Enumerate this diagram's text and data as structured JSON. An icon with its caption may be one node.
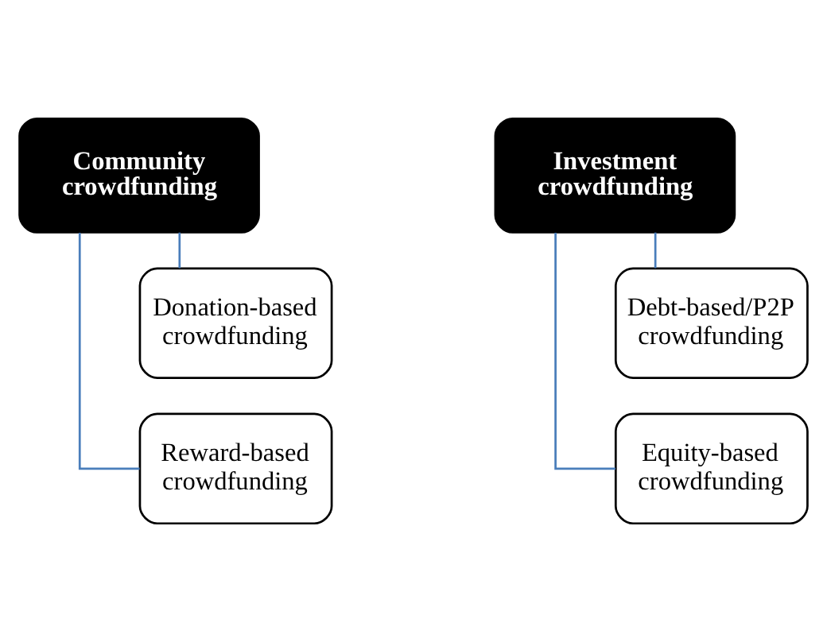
{
  "diagram": {
    "nodes": [
      {
        "text": [
          "Community crowdfunding"
        ]
      },
      {
        "text": [
          "Donation-based crowdfunding"
        ]
      },
      {
        "text": [
          "Reward-based crowdfunding"
        ]
      },
      {
        "text": [
          "Investment crowdfunding"
        ]
      },
      {
        "text": [
          "Debt-based/P2P crowdfunding"
        ]
      },
      {
        "text": [
          "Equity-based crowdfunding"
        ]
      }
    ],
    "edges": [
      {
        "from": 0,
        "to": 1,
        "arrow": "none"
      },
      {
        "from": 0,
        "to": 2,
        "arrow": "none"
      },
      {
        "from": 3,
        "to": 4,
        "arrow": "none"
      },
      {
        "from": 3,
        "to": 5,
        "arrow": "none"
      }
    ]
  }
}
